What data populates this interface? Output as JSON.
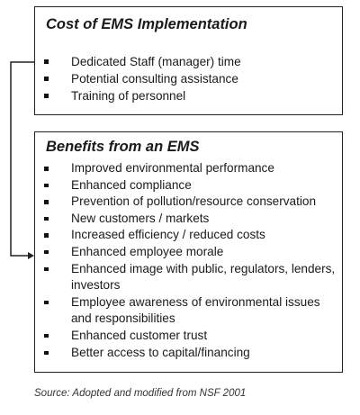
{
  "cost": {
    "title": "Cost of EMS Implementation",
    "items": [
      "Dedicated Staff (manager) time",
      "Potential consulting assistance",
      "Training of personnel"
    ]
  },
  "benefits": {
    "title": "Benefits from an EMS",
    "items": [
      "Improved environmental performance",
      "Enhanced compliance",
      "Prevention of pollution/resource conservation",
      "New customers / markets",
      "Increased efficiency / reduced costs",
      "Enhanced employee morale",
      "Enhanced image with public, regulators, lenders, investors",
      "Employee awareness of environmental issues and responsibilities",
      "Enhanced customer trust",
      "Better access to capital/financing"
    ]
  },
  "caption": "Source: Adopted and modified from NSF 2001"
}
